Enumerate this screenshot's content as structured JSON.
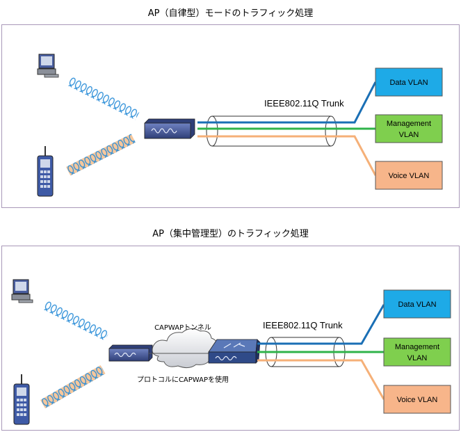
{
  "section1": {
    "title": "AP（自律型）モードのトラフィック処理",
    "trunk_label": "IEEE802.11Q Trunk",
    "vlans": [
      {
        "label": "Data VLAN",
        "color": "#1eaae7"
      },
      {
        "label": "Management VLAN",
        "color": "#7fcf4e"
      },
      {
        "label": "Voice VLAN",
        "color": "#f7b58a"
      }
    ]
  },
  "section2": {
    "title": "AP（集中管理型）のトラフィック処理",
    "tunnel_label": "CAPWAPトンネル",
    "protocol_label": "プロトコルにCAPWAPを使用",
    "trunk_label": "IEEE802.11Q Trunk",
    "vlans": [
      {
        "label": "Data VLAN",
        "color": "#1eaae7"
      },
      {
        "label": "Management VLAN",
        "color": "#7fcf4e"
      },
      {
        "label": "Voice VLAN",
        "color": "#f7b58a"
      }
    ]
  },
  "colors": {
    "data_line": "#1a6fb5",
    "mgmt_line": "#2fb34a",
    "voice_line": "#f5b078",
    "panel_border": "#a898b8",
    "device_blue": "#4a5fa0"
  }
}
